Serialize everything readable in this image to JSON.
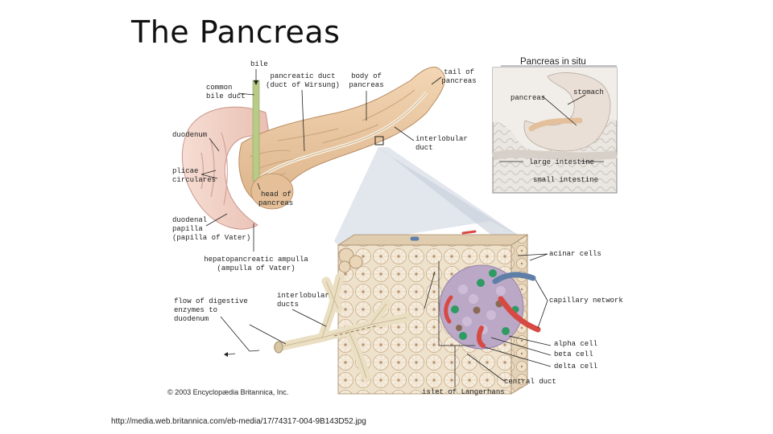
{
  "title": "The Pancreas",
  "labels": {
    "bile": "bile",
    "common_bile_duct": [
      "common",
      "bile duct"
    ],
    "pancreatic_duct": [
      "pancreatic duct",
      "(duct of Wirsung)"
    ],
    "body_of_pancreas": [
      "body of",
      "pancreas"
    ],
    "tail_of_pancreas": [
      "tail of",
      "pancreas"
    ],
    "duodenum": "duodenum",
    "interlobular_duct": [
      "interlobular",
      "duct"
    ],
    "plicae_circulares": [
      "plicae",
      "circulares"
    ],
    "head_of_pancreas": [
      "head of",
      "pancreas"
    ],
    "duodenal_papilla": [
      "duodenal",
      "papilla",
      "(papilla of Vater)"
    ],
    "hepatopancreatic_ampulla": [
      "hepatopancreatic ampulla",
      "(ampulla of Vater)"
    ],
    "flow_of_enzymes": [
      "flow of digestive",
      "enzymes to",
      "duodenum"
    ],
    "interlobular_ducts": [
      "interlobular",
      "ducts"
    ],
    "acinar_cells": "acinar cells",
    "capillary_network": "capillary network",
    "alpha_cell": "alpha cell",
    "beta_cell": "beta cell",
    "delta_cell": "delta cell",
    "central_duct": "central duct",
    "islet_of_langerhans": "islet of Langerhans"
  },
  "inset": {
    "title": "Pancreas in situ",
    "pancreas": "pancreas",
    "stomach": "stomach",
    "large_intestine": "large intestine",
    "small_intestine": "small intestine"
  },
  "copyright": "© 2003 Encyclopædia Britannica, Inc.",
  "source_url": "http://media.web.britannica.com/eb-media/17/74317-004-9B143D52.jpg",
  "colors": {
    "pancreas": "#ecc9a2",
    "duodenum": "#f3d4cb",
    "tissue": "#efe2cc",
    "islet": "#b9a6c6",
    "alpha_cell": "#2e9b63",
    "delta_cell": "#8a6a55",
    "artery": "#d74a44",
    "vein": "#5f7fa8"
  }
}
